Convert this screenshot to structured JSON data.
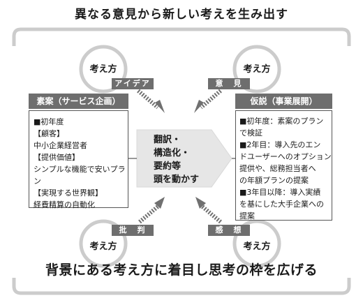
{
  "title": "異なる意見から新しい考えを生み出す",
  "bottom_title": "背景にある考え方に着目し思考の枠を広げる",
  "bubbles": {
    "top_left": {
      "label": "考え方",
      "tag": "アイデア"
    },
    "top_right": {
      "label": "考え方",
      "tag": "意　見"
    },
    "bottom_left": {
      "label": "考え方",
      "tag": "批　判"
    },
    "bottom_right": {
      "label": "考え方",
      "tag": "感　想"
    }
  },
  "left_box": {
    "heading": "素案（サービス企画）",
    "lines": [
      "■初年度",
      "【顧客】",
      "中小企業経営者",
      "【提供価値】",
      "シンプルな機能で安いプラ",
      "ン",
      "【実現する世界観】",
      "経費精算の自動化"
    ]
  },
  "center": {
    "lines": [
      "翻訳・",
      "構造化・",
      "要約等",
      "頭を動かす"
    ]
  },
  "right_box": {
    "heading": "仮説（事業展開）",
    "lines": [
      "■初年度：素案のプラン",
      "で検証",
      "■2年目：導入先のエン",
      "ドユーザーへのオプション",
      "提供や、総務担当者へ",
      "の年額プランの提案",
      "■3年目以降：導入実績",
      "を基にした大手企業への",
      "提案"
    ]
  },
  "colors": {
    "accent_gray": "#6e6e6e",
    "arrow_gray": "#e6e6e6",
    "frame_gray": "#cccccc"
  }
}
